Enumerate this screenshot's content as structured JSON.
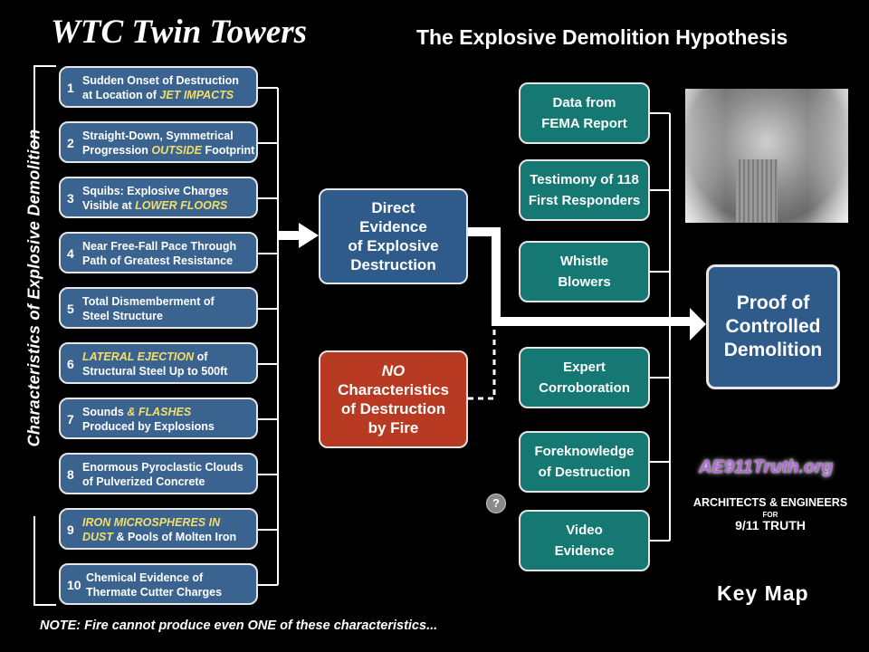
{
  "header": {
    "title": "WTC Twin Towers",
    "subtitle": "The Explosive Demolition Hypothesis"
  },
  "side_label": "Characteristics of Explosive Demolition",
  "characteristics": [
    {
      "num": "1",
      "line1": "Sudden Onset of Destruction",
      "line2_pre": "at Location of ",
      "line2_hl": "JET IMPACTS",
      "line2_post": ""
    },
    {
      "num": "2",
      "line1": "Straight-Down, Symmetrical",
      "line2_pre": "Progression ",
      "line2_hl": "OUTSIDE",
      "line2_post": " Footprint"
    },
    {
      "num": "3",
      "line1": "Squibs: Explosive Charges",
      "line2_pre": "Visible at ",
      "line2_hl": "LOWER FLOORS",
      "line2_post": ""
    },
    {
      "num": "4",
      "line1": "Near Free-Fall Pace Through",
      "line2_pre": "Path of Greatest Resistance",
      "line2_hl": "",
      "line2_post": ""
    },
    {
      "num": "5",
      "line1": "Total Dismemberment of",
      "line2_pre": "Steel Structure",
      "line2_hl": "",
      "line2_post": ""
    },
    {
      "num": "6",
      "line1_hl": "LATERAL EJECTION",
      "line1": " of",
      "line2_pre": "Structural Steel Up to 500ft",
      "line2_hl": "",
      "line2_post": ""
    },
    {
      "num": "7",
      "line1": "Sounds ",
      "line1_tail_hl": "& FLASHES",
      "line2_pre": "Produced by Explosions",
      "line2_hl": "",
      "line2_post": ""
    },
    {
      "num": "8",
      "line1": "Enormous Pyroclastic Clouds",
      "line2_pre": "of Pulverized Concrete",
      "line2_hl": "",
      "line2_post": ""
    },
    {
      "num": "9",
      "line1_hl": "IRON MICROSPHERES IN",
      "line1": "",
      "line2_pre": "",
      "line2_hl": "DUST",
      "line2_post": " & Pools of Molten Iron"
    },
    {
      "num": "10",
      "line1": "Chemical Evidence of",
      "line2_pre": "Thermate Cutter Charges",
      "line2_hl": "",
      "line2_post": ""
    }
  ],
  "direct_evidence": "Direct\nEvidence\nof Explosive\nDestruction",
  "fire_box": {
    "hl": "NO",
    "rest": "Characteristics\nof Destruction\nby Fire"
  },
  "evidence": [
    "Data from\nFEMA Report",
    "Testimony of 118\nFirst Responders",
    "Whistle\nBlowers",
    "Expert\nCorroboration",
    "Foreknowledge\nof Destruction",
    "Video\nEvidence"
  ],
  "proof": "Proof of\nControlled\nDemolition",
  "site": "AE911Truth.org",
  "org": {
    "line1": "ARCHITECTS & ENGINEERS",
    "line2": "FOR",
    "line3": "9/11 TRUTH"
  },
  "help": "?",
  "key_map": "Key Map",
  "note": "NOTE: Fire cannot produce even ONE of these characteristics...",
  "colors": {
    "char_box": "#3a6390",
    "highlight": "#f4de6a",
    "teal": "#167873",
    "fire_red": "#b83a22",
    "site_purple": "#b06ad8"
  },
  "icons": [
    "arrow-right-icon",
    "help-icon"
  ]
}
